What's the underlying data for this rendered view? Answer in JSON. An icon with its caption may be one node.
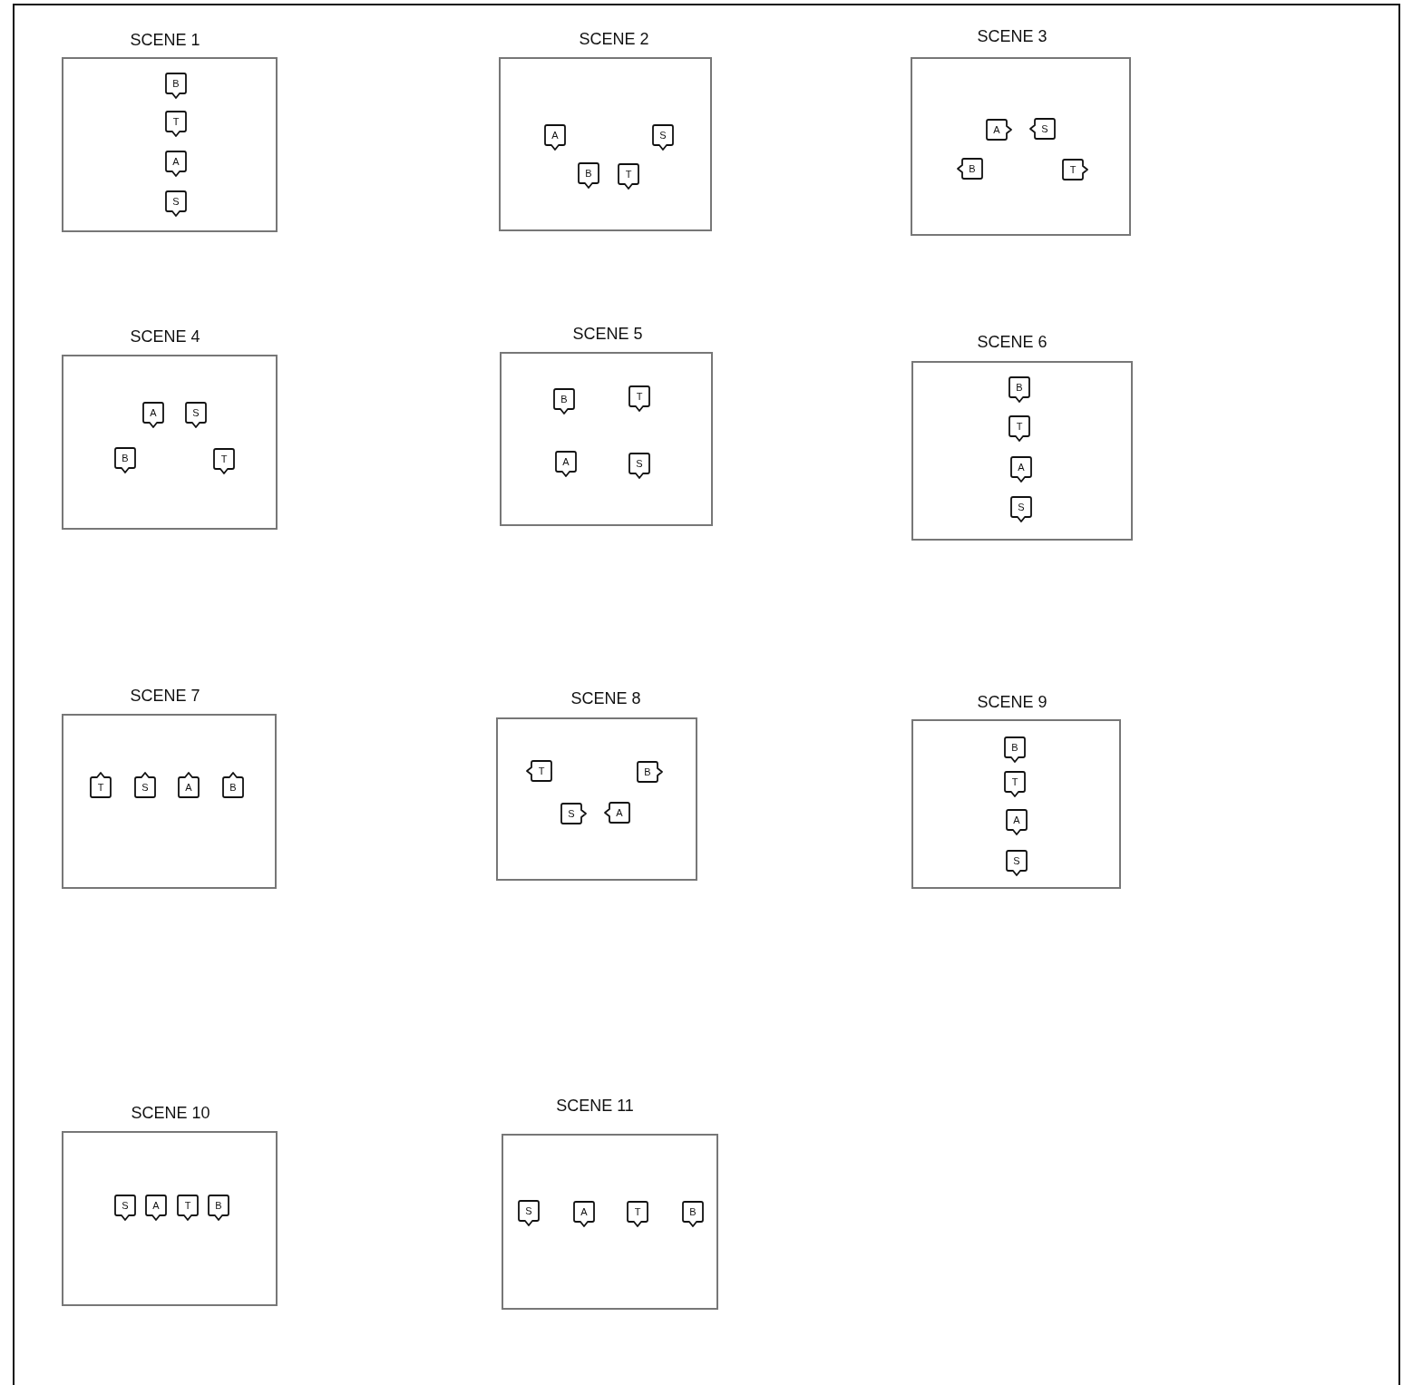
{
  "diagram": {
    "nodes": [
      {
        "text": [
          "SCENE 1"
        ]
      },
      {
        "text": [
          "B"
        ],
        "in": 0
      },
      {
        "text": [
          "T"
        ],
        "in": 0
      },
      {
        "text": [
          "A"
        ],
        "in": 0
      },
      {
        "text": [
          "S"
        ],
        "in": 0
      },
      {
        "text": [
          "SCENE 2"
        ]
      },
      {
        "text": [
          "A"
        ],
        "in": 5
      },
      {
        "text": [
          "S"
        ],
        "in": 5
      },
      {
        "text": [
          "B"
        ],
        "in": 5
      },
      {
        "text": [
          "T"
        ],
        "in": 5
      },
      {
        "text": [
          "SCENE 3"
        ]
      },
      {
        "text": [
          "A"
        ],
        "in": 10
      },
      {
        "text": [
          "S"
        ],
        "in": 10
      },
      {
        "text": [
          "B"
        ],
        "in": 10
      },
      {
        "text": [
          "T"
        ],
        "in": 10
      },
      {
        "text": [
          "SCENE 4"
        ]
      },
      {
        "text": [
          "A"
        ],
        "in": 15
      },
      {
        "text": [
          "S"
        ],
        "in": 15
      },
      {
        "text": [
          "B"
        ],
        "in": 15
      },
      {
        "text": [
          "T"
        ],
        "in": 15
      },
      {
        "text": [
          "SCENE 5"
        ]
      },
      {
        "text": [
          "B"
        ],
        "in": 20
      },
      {
        "text": [
          "T"
        ],
        "in": 20
      },
      {
        "text": [
          "A"
        ],
        "in": 20
      },
      {
        "text": [
          "S"
        ],
        "in": 20
      },
      {
        "text": [
          "SCENE 6"
        ]
      },
      {
        "text": [
          "B"
        ],
        "in": 25
      },
      {
        "text": [
          "T"
        ],
        "in": 25
      },
      {
        "text": [
          "A"
        ],
        "in": 25
      },
      {
        "text": [
          "S"
        ],
        "in": 25
      },
      {
        "text": [
          "SCENE 7"
        ]
      },
      {
        "text": [
          "T"
        ],
        "in": 30
      },
      {
        "text": [
          "S"
        ],
        "in": 30
      },
      {
        "text": [
          "A"
        ],
        "in": 30
      },
      {
        "text": [
          "B"
        ],
        "in": 30
      },
      {
        "text": [
          "SCENE 8"
        ]
      },
      {
        "text": [
          "T"
        ],
        "in": 35
      },
      {
        "text": [
          "B"
        ],
        "in": 35
      },
      {
        "text": [
          "S"
        ],
        "in": 35
      },
      {
        "text": [
          "A"
        ],
        "in": 35
      },
      {
        "text": [
          "SCENE 9"
        ]
      },
      {
        "text": [
          "B"
        ],
        "in": 40
      },
      {
        "text": [
          "T"
        ],
        "in": 40
      },
      {
        "text": [
          "A"
        ],
        "in": 40
      },
      {
        "text": [
          "S"
        ],
        "in": 40
      },
      {
        "text": [
          "SCENE 10"
        ]
      },
      {
        "text": [
          "S"
        ],
        "in": 45
      },
      {
        "text": [
          "A"
        ],
        "in": 45
      },
      {
        "text": [
          "T"
        ],
        "in": 45
      },
      {
        "text": [
          "B"
        ],
        "in": 45
      },
      {
        "text": [
          "SCENE 11"
        ]
      },
      {
        "text": [
          "S"
        ],
        "in": 50
      },
      {
        "text": [
          "A"
        ],
        "in": 50
      },
      {
        "text": [
          "T"
        ],
        "in": 50
      },
      {
        "text": [
          "B"
        ],
        "in": 50
      }
    ]
  }
}
